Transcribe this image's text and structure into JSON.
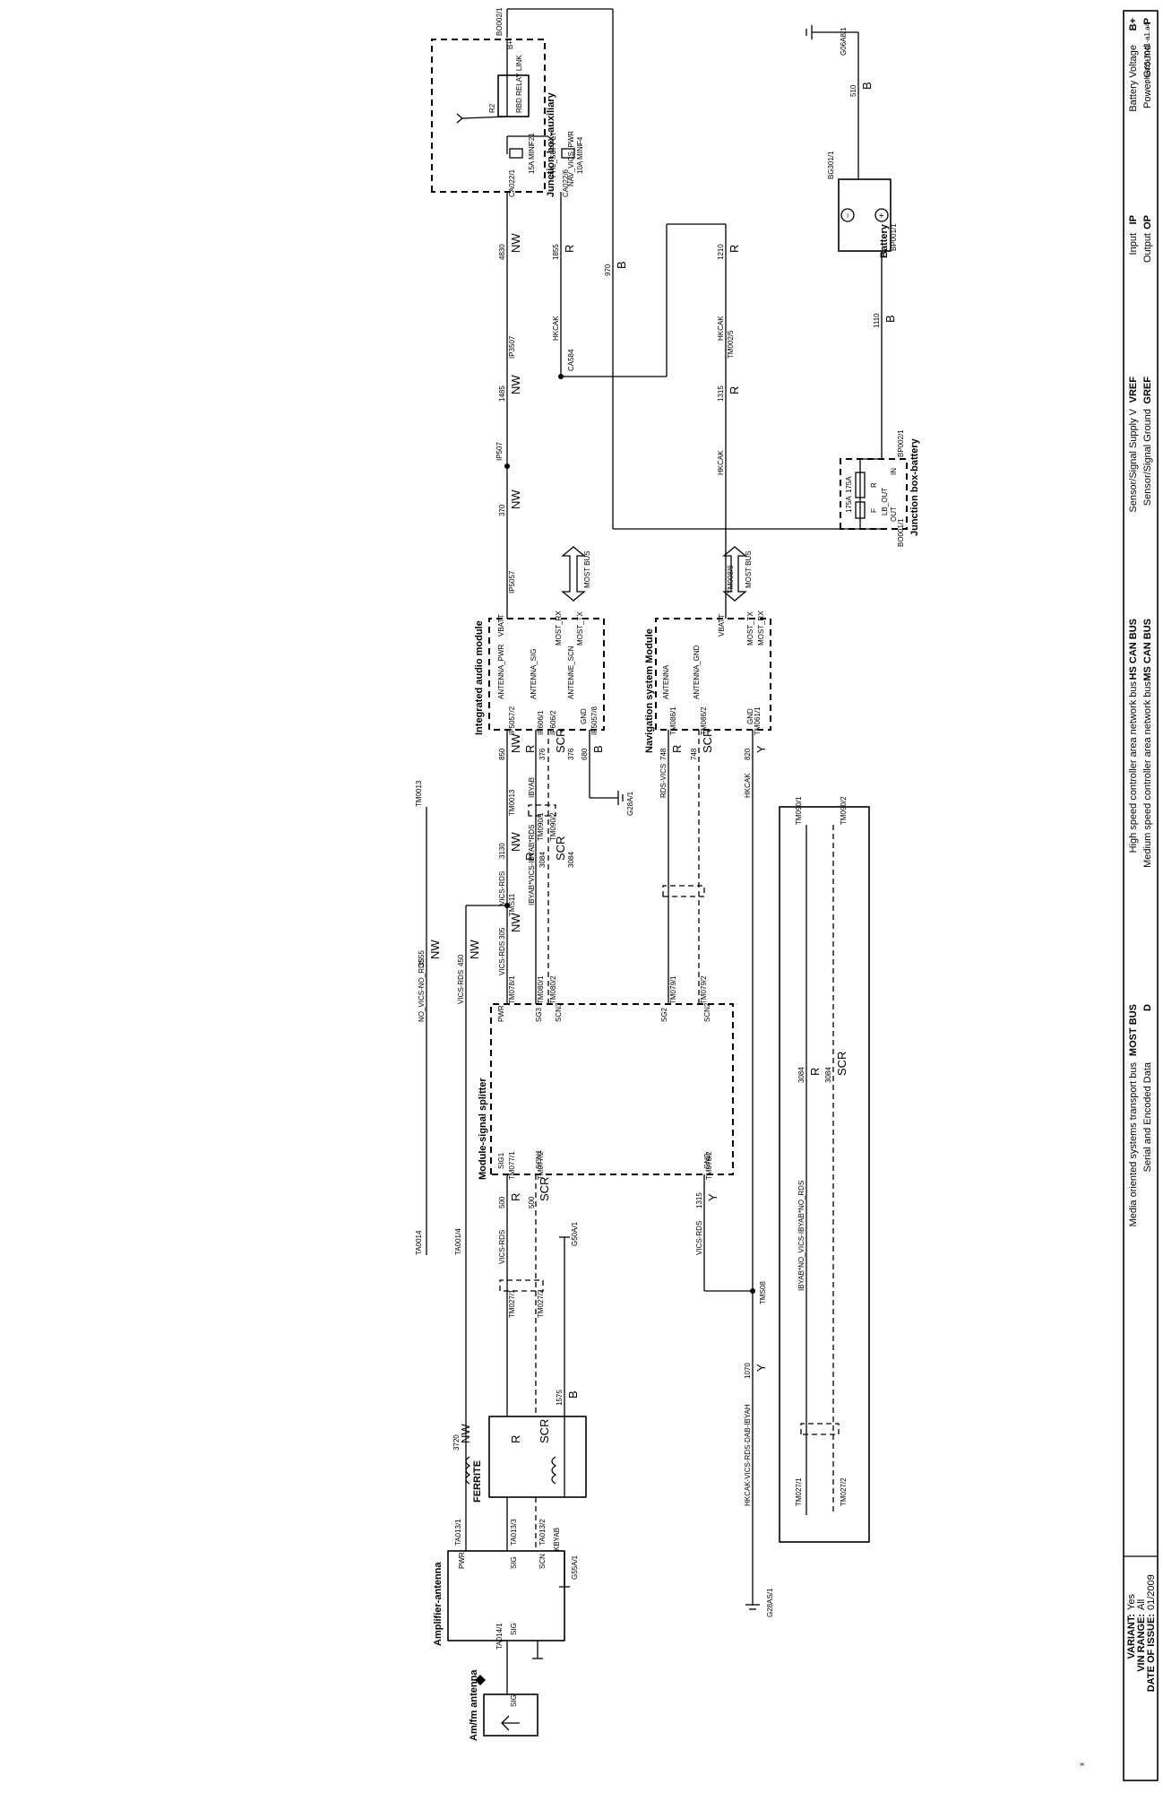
{
  "document_id": "plws65-7041-a1.a4",
  "components": {
    "battery": "Battery",
    "jb_battery": "Junction box-battery",
    "jb_auxiliary": "Junction box-auxiliary",
    "audio_module": "Integrated audio module",
    "nav_module": "Navigation system Module",
    "splitter": "Module-signal splitter",
    "ferrite": "FERRITE",
    "amp_antenna": "Amplifier-antenna",
    "amfm_antenna": "Am/fm antenna"
  },
  "jb_battery_detail": {
    "fuse_label": "175A",
    "fuse_id": "F",
    "relay_label": "175A",
    "relay_id": "R",
    "fuse_out": "LB_OUT",
    "in_label": "IN",
    "out_label": "OUT"
  },
  "jb_aux_detail": {
    "relay_label": "RBD RELAY LINK",
    "relay_id": "R2",
    "f21_label": "F21",
    "f21_rating": "15A MINI",
    "f4_label": "F4",
    "f4_rating": "10A MINI",
    "pin_phl_supply": "PHL_SUPPLY",
    "pin_nav_vics": "NAV_VICS_PWR",
    "bplus": "B+"
  },
  "audio_pins": {
    "vbatt": "VBATT",
    "most_rx": "MOST_RX",
    "most_tx": "MOST_TX",
    "ant_pwr": "ANTENNA_PWR",
    "ant_sig": "ANTENNA_SIG",
    "ant_scn": "ANTENNE_SCN",
    "gnd": "GND"
  },
  "nav_pins": {
    "vbatt": "VBATT",
    "most_tx": "MOST_TX",
    "most_rx": "MOST_RX",
    "antenna": "ANTENNA",
    "ant_gnd": "ANTENNA_GND",
    "gnd": "GND"
  },
  "splitter_pins": {
    "pwr": "PWR",
    "sg3": "SG3",
    "scn3": "SCN3",
    "sg2": "SG2",
    "scn2": "SCN2",
    "sig1": "SIG1",
    "scn1": "SCN1",
    "gnd": "GND"
  },
  "amp_pins": {
    "pwr": "PWR",
    "sig": "SIG",
    "scn": "SCN",
    "sig_out": "SIG"
  },
  "antenna_pins": {
    "sig": "SIG"
  },
  "most_bus_label": "MOST BUS",
  "connectors": {
    "g06a8": "G06A8/1",
    "bg301": "BG301/1",
    "bp001": "BP001/1",
    "bp002": "BP002/1",
    "bo001": "BO001/1",
    "bo002": "BO002/1",
    "ca022": "CA022/1",
    "ca022b": "CA022/6",
    "ip3507": "IP3507",
    "ip507": "IP507",
    "ip5057": "IP5057",
    "ca584": "CA584",
    "tm002": "TM002/5",
    "tm008": "TM008/6",
    "ip5072": "IP5057/2",
    "ip6061": "IP606/1",
    "ip6062": "IP606/2",
    "ip5078": "IP5057/8",
    "g28a": "G28A/1",
    "tm0013": "TM0013",
    "tm0901": "TM090/1",
    "tm0902": "TM090/2",
    "tms11": "TMS11",
    "tm0013b": "TM0013",
    "tm0861": "TM086/1",
    "tm0862": "TM086/2",
    "tm0611": "TM061/1",
    "tm0781": "TM078/1",
    "tm0782": "TM078/2",
    "tm0771": "TM077/1",
    "tm0772": "TM077/2",
    "tm0762": "TM076/2",
    "tm0271": "TM027/1",
    "tm0272": "TM027/2",
    "ta001": "TA001/4",
    "ta0014": "TA0014",
    "g50a": "G50A/1",
    "tms08": "TMS08",
    "ta0131": "TA013/1",
    "ta0132": "TA013/2",
    "ta0133": "TA013/3",
    "ta0141": "TA014/1",
    "g55a": "G55A/1",
    "g28as": "G28AS/1",
    "tm0901b": "TM090/1",
    "tm0902b": "TM090/2",
    "tm0271b": "TM027/1",
    "tm0272b": "TM027/2"
  },
  "wires": [
    {
      "color": "B",
      "num": "510",
      "circuit": ""
    },
    {
      "color": "B",
      "num": "1110",
      "circuit": ""
    },
    {
      "color": "B",
      "num": "970",
      "circuit": ""
    },
    {
      "color": "NW",
      "num": "4830",
      "circuit": ""
    },
    {
      "color": "R",
      "num": "1855",
      "circuit": "HKCAK"
    },
    {
      "color": "NW",
      "num": "1485",
      "circuit": ""
    },
    {
      "color": "NW",
      "num": "370",
      "circuit": ""
    },
    {
      "color": "R",
      "num": "1210",
      "circuit": "HKCAK"
    },
    {
      "color": "R",
      "num": "1315",
      "circuit": "HKCAK"
    },
    {
      "color": "NW",
      "num": "850",
      "circuit": ""
    },
    {
      "color": "R",
      "num": "376",
      "circuit": "IBYAB"
    },
    {
      "color": "SCR",
      "num": "376",
      "circuit": "IBYAB"
    },
    {
      "color": "B",
      "num": "680",
      "circuit": ""
    },
    {
      "color": "NW",
      "num": "3130",
      "circuit": "VICS-RDS"
    },
    {
      "color": "R",
      "num": "3084",
      "circuit": "IBYAB*VICS-IBYAB*RDS"
    },
    {
      "color": "SCR",
      "num": "3084",
      "circuit": "IBYAB*VICS-IBYAB*RDS"
    },
    {
      "color": "NW",
      "num": "305",
      "circuit": "VICS-RDS"
    },
    {
      "color": "NW",
      "num": "450",
      "circuit": "VICS-RDS"
    },
    {
      "color": "NW",
      "num": "3555",
      "circuit": "NO_VICS-NO_RDS"
    },
    {
      "color": "R",
      "num": "748",
      "circuit": "RDS-VICS"
    },
    {
      "color": "SCR",
      "num": "748",
      "circuit": "RDS-VICS"
    },
    {
      "color": "Y",
      "num": "820",
      "circuit": "HKCAK"
    },
    {
      "color": "R",
      "num": "500",
      "circuit": "VICS-RDS"
    },
    {
      "color": "SCR",
      "num": "500",
      "circuit": "VICS-RDS"
    },
    {
      "color": "Y",
      "num": "1315",
      "circuit": "VICS-RDS"
    },
    {
      "color": "R",
      "num": "",
      "circuit": ""
    },
    {
      "color": "NW",
      "num": "3720",
      "circuit": ""
    },
    {
      "color": "SCR",
      "num": "",
      "circuit": ""
    },
    {
      "color": "B",
      "num": "1575",
      "circuit": "KBYAB"
    },
    {
      "color": "Y",
      "num": "1070",
      "circuit": "HKCAK-VICS-RDS-DAB-IBYAH"
    },
    {
      "color": "R",
      "num": "3084",
      "circuit": "IBYAB*NO_VICS-IBYAB*NO_RDS"
    },
    {
      "color": "SCR",
      "num": "3084",
      "circuit": "IBYAB*NO_VICS-IBYAB*NO_RDS"
    }
  ],
  "legend": [
    {
      "key": "B+",
      "desc": "Battery Voltage"
    },
    {
      "key": "P",
      "desc": "Power Ground"
    },
    {
      "key": "IP",
      "desc": "Input"
    },
    {
      "key": "OP",
      "desc": "Output"
    },
    {
      "key": "VREF",
      "desc": "Sensor/Signal Supply V"
    },
    {
      "key": "GREF",
      "desc": "Sensor/Signal Ground"
    },
    {
      "key": "HS CAN BUS",
      "desc": "High speed controller area network bus"
    },
    {
      "key": "MS CAN BUS",
      "desc": "Medium speed controller area network bus"
    },
    {
      "key": "MOST BUS",
      "desc": "Media oriented systems transport bus"
    },
    {
      "key": "D",
      "desc": "Serial and Encoded Data"
    }
  ],
  "issue_block": {
    "variant_label": "VARIANT:",
    "variant_value": "Yes",
    "vin_label": "VIN RANGE:",
    "vin_value": "All",
    "date_label": "DATE OF ISSUE:",
    "date_value": "01/2009"
  },
  "corner_mark": "x"
}
